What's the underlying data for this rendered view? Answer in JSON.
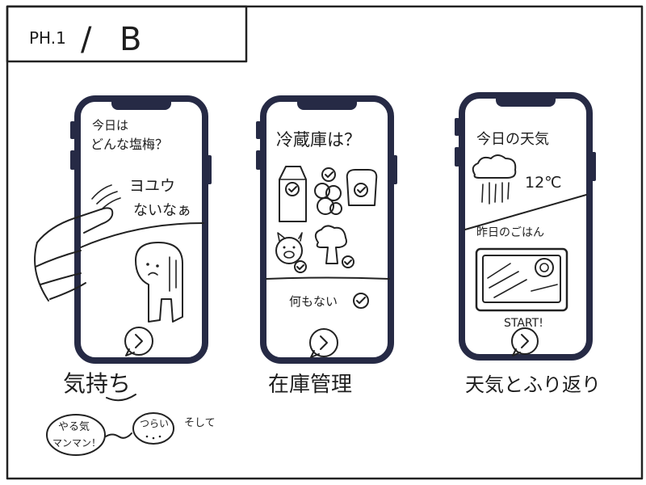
{
  "title": {
    "phase": "PH.1",
    "slash": "/",
    "variant": "B"
  },
  "screens": {
    "mood": {
      "prompt": [
        "今日は",
        "どんな塩梅？"
      ],
      "reply": [
        "ヨユウ",
        "ないなぁ"
      ],
      "gesture_icon": "swipe-hand-icon",
      "next_icon": "chevron-right-icon",
      "caption": "気持ち"
    },
    "fridge": {
      "prompt": "冷蔵庫は？",
      "items": [
        {
          "icon": "milk-carton-icon",
          "checked": true
        },
        {
          "icon": "grapes-icon",
          "checked": true
        },
        {
          "icon": "bread-icon",
          "checked": true
        },
        {
          "icon": "pig-icon",
          "checked": true
        },
        {
          "icon": "broccoli-icon",
          "checked": true
        }
      ],
      "none_option": "何もない",
      "none_checked": true,
      "next_icon": "chevron-right-icon",
      "caption": "在庫管理"
    },
    "weather": {
      "heading": "今日の天気",
      "weather_icon": "rain-cloud-icon",
      "temperature": "12℃",
      "history_heading": "昨日のごはん",
      "history_icon": "meal-tray-icon",
      "start_label": "START!",
      "next_icon": "chevron-right-icon",
      "caption": "天気とふり返り"
    }
  },
  "mood_scale": {
    "high": [
      "やる気",
      "マンマン！"
    ],
    "low": "つらい",
    "note": "そして"
  }
}
